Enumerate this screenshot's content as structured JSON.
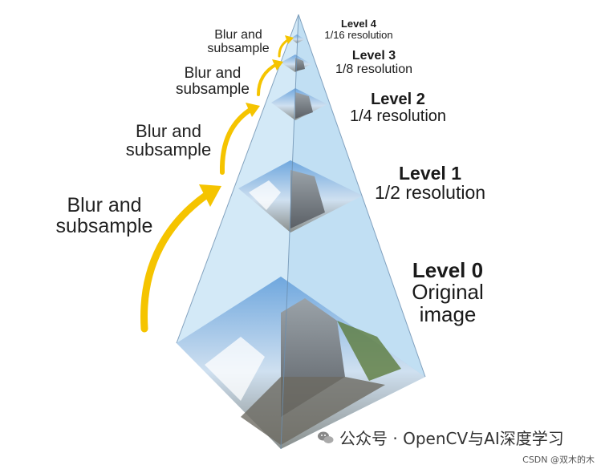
{
  "levels": [
    {
      "title": "Level 4",
      "desc": "1/16 resolution"
    },
    {
      "title": "Level 3",
      "desc": "1/8 resolution"
    },
    {
      "title": "Level 2",
      "desc": "1/4 resolution"
    },
    {
      "title": "Level 1",
      "desc": "1/2 resolution"
    },
    {
      "title": "Level 0",
      "desc1": "Original",
      "desc2": "image"
    }
  ],
  "arrows": [
    {
      "line1": "Blur and",
      "line2": "subsample"
    },
    {
      "line1": "Blur and",
      "line2": "subsample"
    },
    {
      "line1": "Blur and",
      "line2": "subsample"
    },
    {
      "line1": "Blur and",
      "line2": "subsample"
    }
  ],
  "colors": {
    "arrow": "#f5c400",
    "pyramid_face_left": "#bcdcf2",
    "pyramid_face_right": "#8fc4ea",
    "edge": "#6b8fb0"
  },
  "footer": {
    "icon": "wechat-icon",
    "text": "公众号 · OpenCV与AI深度学习"
  },
  "watermark": "CSDN @双木的木"
}
